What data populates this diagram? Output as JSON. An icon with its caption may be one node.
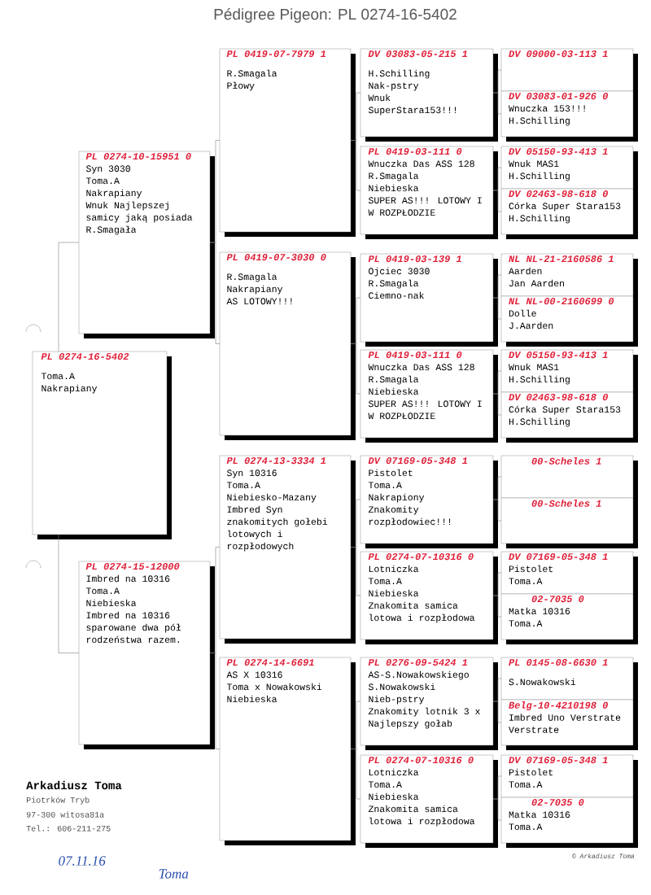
{
  "diagram": {
    "title": "Pédigree Pigeon: PL 0274-16-5402",
    "nodes": [
      {
        "text": [
          "PL 0274-16-5402",
          "Toma.A",
          "Nakrapiany"
        ]
      },
      {
        "text": [
          "PL 0274-10-15951 0",
          "Syn 3030",
          "Toma.A",
          "Nakrapiany",
          "Wnuk Najlepszej samicy jaką posiada R.Smagała"
        ]
      },
      {
        "text": [
          "PL 0274-15-12000",
          "Imbred na 10316",
          "Toma.A",
          "Niebieska",
          "Imbred na 10316 sparowane dwa pół rodzeństwa razem."
        ]
      },
      {
        "text": [
          "PL 0419-07-7979 1",
          "R.Smagala",
          "Płowy"
        ]
      },
      {
        "text": [
          "PL 0419-07-3030 0",
          "R.Smagala",
          "Nakrapiany",
          "AS LOTOWY!!!"
        ]
      },
      {
        "text": [
          "PL 0274-13-3334 1",
          "Syn 10316",
          "Toma.A",
          "Niebiesko-Mazany",
          "Imbred Syn znakomitych gołebi lotowych i rozpłodowych"
        ]
      },
      {
        "text": [
          "PL 0274-14-6691",
          "AS X 10316",
          "Toma x Nowakowski",
          "Niebieska"
        ]
      },
      {
        "text": [
          "DV 03083-05-215 1",
          "H.Schilling",
          "Nak-pstry",
          "Wnuk SuperStara153!!!"
        ]
      },
      {
        "text": [
          "PL 0419-03-111 0",
          "Wnuczka Das ASS 128",
          "R.Smagala",
          "Niebieska",
          "SUPER AS!!! LOTOWY I W ROZPŁODZIE"
        ]
      },
      {
        "text": [
          "PL 0419-03-139 1",
          "Ojciec 3030",
          "R.Smagala",
          "Ciemno-nak"
        ]
      },
      {
        "text": [
          "PL 0419-03-111 0",
          "Wnuczka Das ASS 128",
          "R.Smagala",
          "Niebieska",
          "SUPER AS!!! LOTOWY I W ROZPŁODZIE"
        ]
      },
      {
        "text": [
          "DV 07169-05-348 1",
          "Pistolet",
          "Toma.A",
          "Nakrapiony",
          "Znakomity rozpłodowiec!!!"
        ]
      },
      {
        "text": [
          "PL 0274-07-10316 0",
          "Lotniczka",
          "Toma.A",
          "Niebieska",
          "Znakomita samica lotowa i rozpłodowa"
        ]
      },
      {
        "text": [
          "PL 0276-09-5424 1",
          "AS-S.Nowakowskiego",
          "S.Nowakowski",
          "Nieb-pstry",
          "Znakomity lotnik 3 x Najlepszy gołab"
        ]
      },
      {
        "text": [
          "PL 0274-07-10316 0",
          "Lotniczka",
          "Toma.A",
          "Niebieska",
          "Znakomita samica lotowa i rozpłodowa"
        ]
      },
      {
        "text": [
          "DV 09000-03-113 1"
        ]
      },
      {
        "text": [
          "DV 03083-01-926 0",
          "Wnuczka 153!!!",
          "H.Schilling"
        ]
      },
      {
        "text": [
          "DV 05150-93-413 1",
          "Wnuk MAS1",
          "H.Schilling"
        ]
      },
      {
        "text": [
          "DV 02463-98-618 0",
          "Córka Super Stara153",
          "H.Schilling"
        ]
      },
      {
        "text": [
          "NL NL-21-2160586 1",
          "Aarden",
          "Jan Aarden"
        ]
      },
      {
        "text": [
          "NL NL-00-2160699 0",
          "Dolle",
          "J.Aarden"
        ]
      },
      {
        "text": [
          "DV 05150-93-413 1",
          "Wnuk MAS1",
          "H.Schilling"
        ]
      },
      {
        "text": [
          "DV 02463-98-618 0",
          "Córka Super Stara153",
          "H.Schilling"
        ]
      },
      {
        "text": [
          "00-Scheles 1"
        ]
      },
      {
        "text": [
          "00-Scheles 1"
        ]
      },
      {
        "text": [
          "DV 07169-05-348 1",
          "Pistolet",
          "Toma.A"
        ]
      },
      {
        "text": [
          "02-7035 0",
          "Matka 10316",
          "Toma.A"
        ]
      },
      {
        "text": [
          "PL 0145-08-6630 1",
          "S.Nowakowski"
        ]
      },
      {
        "text": [
          "Belg-10-4210198 0",
          "Imbred Uno Verstrate",
          "Verstrate"
        ]
      },
      {
        "text": [
          "DV 07169-05-348 1",
          "Pistolet",
          "Toma.A"
        ]
      },
      {
        "text": [
          "02-7035 0",
          "Matka 10316",
          "Toma.A"
        ]
      }
    ],
    "edges": [
      {
        "from": 0,
        "to": 1,
        "arrow": "none"
      },
      {
        "from": 0,
        "to": 2,
        "arrow": "none"
      },
      {
        "from": 1,
        "to": 3,
        "arrow": "none"
      },
      {
        "from": 1,
        "to": 4,
        "arrow": "none"
      },
      {
        "from": 2,
        "to": 5,
        "arrow": "none"
      },
      {
        "from": 2,
        "to": 6,
        "arrow": "none"
      },
      {
        "from": 3,
        "to": 7,
        "arrow": "none"
      },
      {
        "from": 3,
        "to": 8,
        "arrow": "none"
      },
      {
        "from": 4,
        "to": 9,
        "arrow": "none"
      },
      {
        "from": 4,
        "to": 10,
        "arrow": "none"
      },
      {
        "from": 5,
        "to": 11,
        "arrow": "none"
      },
      {
        "from": 5,
        "to": 12,
        "arrow": "none"
      },
      {
        "from": 6,
        "to": 13,
        "arrow": "none"
      },
      {
        "from": 6,
        "to": 14,
        "arrow": "none"
      },
      {
        "from": 7,
        "to": 15,
        "arrow": "none"
      },
      {
        "from": 7,
        "to": 16,
        "arrow": "none"
      },
      {
        "from": 8,
        "to": 17,
        "arrow": "none"
      },
      {
        "from": 8,
        "to": 18,
        "arrow": "none"
      },
      {
        "from": 9,
        "to": 19,
        "arrow": "none"
      },
      {
        "from": 9,
        "to": 20,
        "arrow": "none"
      },
      {
        "from": 10,
        "to": 21,
        "arrow": "none"
      },
      {
        "from": 10,
        "to": 22,
        "arrow": "none"
      },
      {
        "from": 11,
        "to": 23,
        "arrow": "none"
      },
      {
        "from": 11,
        "to": 24,
        "arrow": "none"
      },
      {
        "from": 12,
        "to": 25,
        "arrow": "none"
      },
      {
        "from": 12,
        "to": 26,
        "arrow": "none"
      },
      {
        "from": 13,
        "to": 27,
        "arrow": "none"
      },
      {
        "from": 13,
        "to": 28,
        "arrow": "none"
      },
      {
        "from": 14,
        "to": 29,
        "arrow": "none"
      },
      {
        "from": 14,
        "to": 30,
        "arrow": "none"
      }
    ],
    "labels": [
      "Arkadiusz Toma",
      "Piotrków Tryb",
      "97-300 witosa81a",
      "Tel.: 606-211-275",
      "© Arkadiusz Toma",
      "07.11.16",
      "Toma"
    ]
  }
}
